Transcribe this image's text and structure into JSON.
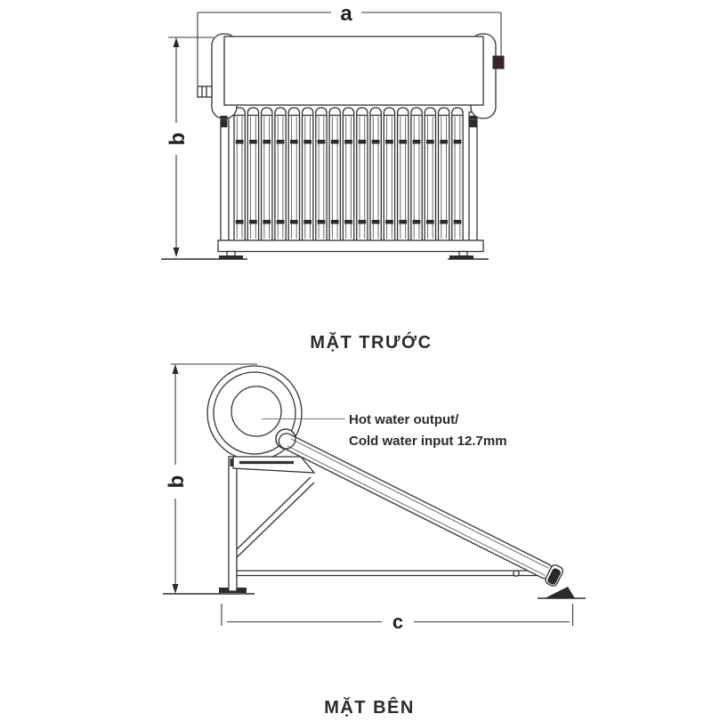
{
  "diagram": {
    "front_view": {
      "title": "MẶT TRƯỚC",
      "width_label": "a",
      "height_label": "b",
      "tube_count": 17
    },
    "side_view": {
      "title": "MẶT BÊN",
      "height_label": "b",
      "length_label": "c",
      "annotation_line1": "Hot water output/",
      "annotation_line2": "Cold water input 12.7mm"
    },
    "colors": {
      "background": "#ffffff",
      "line": "#333333",
      "text": "#222222",
      "fitting": "#3a2629"
    }
  }
}
